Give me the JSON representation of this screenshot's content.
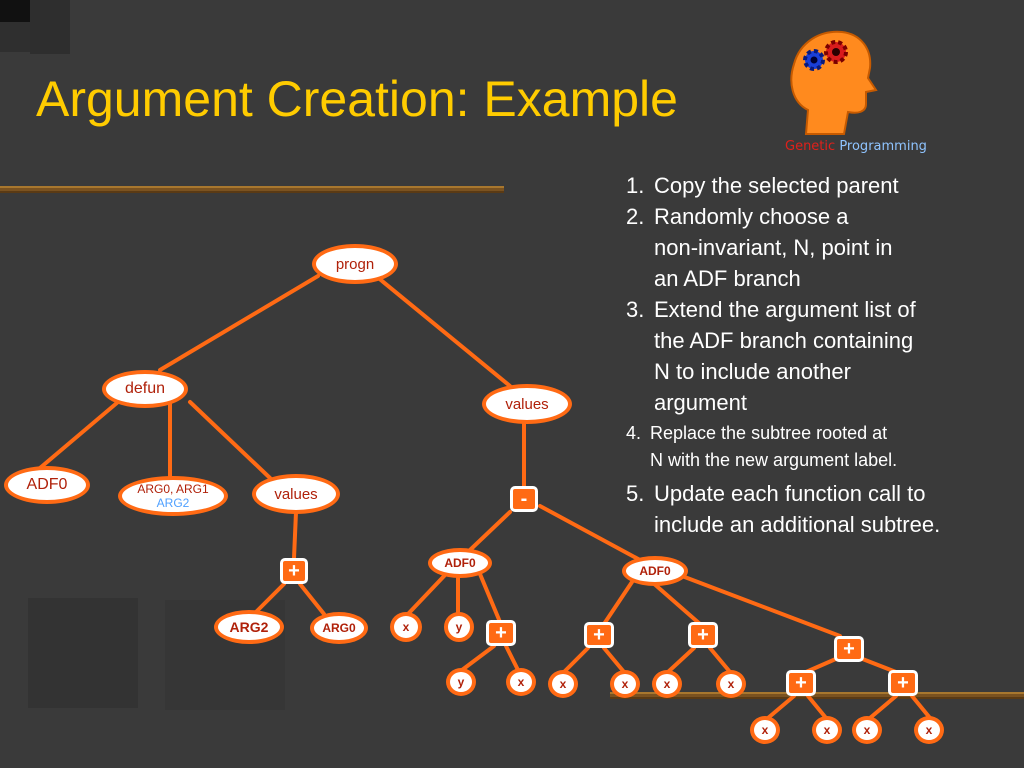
{
  "slide": {
    "title": "Argument Creation: Example",
    "logo": {
      "word1": "Genetic",
      "word2": "Programming"
    }
  },
  "steps": [
    {
      "num": "1.",
      "lines": [
        "Copy the selected parent"
      ]
    },
    {
      "num": "2.",
      "lines": [
        "Randomly choose a",
        "non-invariant, N, point in",
        "an ADF branch"
      ]
    },
    {
      "num": "3.",
      "lines": [
        "Extend the argument list of",
        "the ADF branch containing",
        "N to include another",
        "argument"
      ]
    },
    {
      "num": "4.",
      "lines": [
        "Replace the subtree  rooted at",
        "N with the new argument label."
      ]
    },
    {
      "num": "5.",
      "lines": [
        "Update each function  call to",
        "include an additional subtree."
      ]
    }
  ],
  "tree": {
    "progn": "progn",
    "defun": "defun",
    "values_right": "values",
    "adf0_def": "ADF0",
    "arglist": {
      "base": "ARG0, ARG1",
      "added": "ARG2"
    },
    "values_left": "values",
    "plus_left": "+",
    "arg2": "ARG2",
    "arg0": "ARG0",
    "minus": "-",
    "adf0_call1": "ADF0",
    "adf0_call2": "ADF0",
    "x1": "x",
    "y1": "y",
    "plus_a": "+",
    "y2": "y",
    "x2": "x",
    "plus_b": "+",
    "plus_c": "+",
    "plus_d": "+",
    "x3": "x",
    "x4": "x",
    "x5": "x",
    "x6": "x",
    "plus_e": "+",
    "plus_f": "+",
    "x7": "x",
    "x8": "x",
    "x9": "x",
    "x10": "x"
  },
  "colors": {
    "title": "#ffcc00",
    "node_border": "#ff6a14",
    "node_text": "#b0210a",
    "edge": "#ff6a14",
    "highlight_arg": "#4fa0ff"
  }
}
